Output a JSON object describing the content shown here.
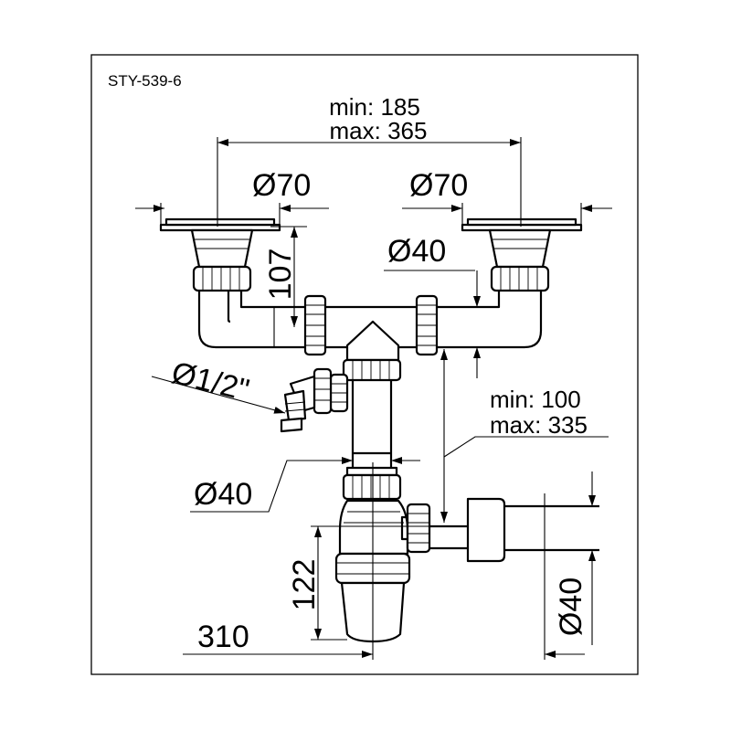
{
  "model_code": "STY-539-6",
  "dimensions": {
    "span_min": "min: 185",
    "span_max": "max: 365",
    "strainer_left_diameter": "Ø70",
    "strainer_right_diameter": "Ø70",
    "tee_diameter": "Ø40",
    "inlet_height": "107",
    "side_inlet_diameter": "Ø1/2\"",
    "drop_min": "min: 100",
    "drop_max": "max: 335",
    "vertical_pipe_diameter": "Ø40",
    "trap_height": "122",
    "total_width": "310",
    "outlet_diameter": "Ø40"
  },
  "colors": {
    "line": "#000000",
    "background": "#ffffff"
  }
}
